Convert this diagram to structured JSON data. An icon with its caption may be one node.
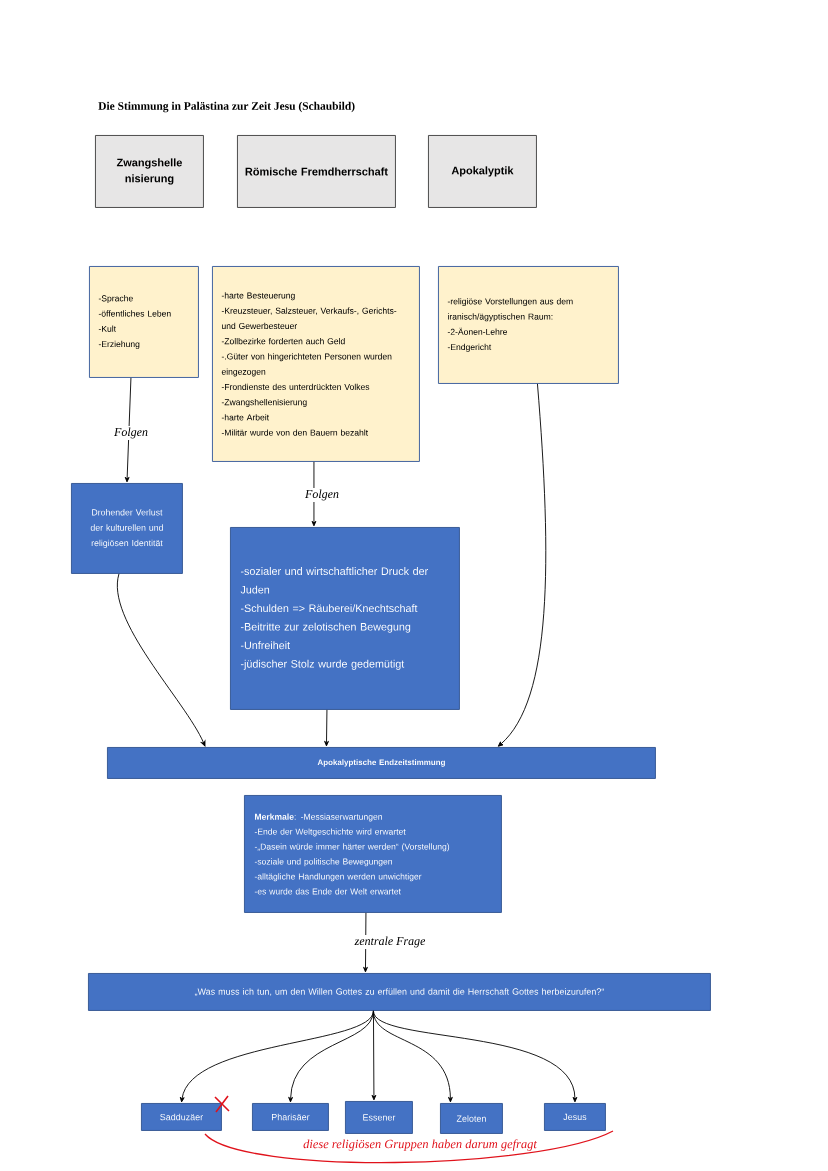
{
  "diagram": {
    "title": "Die Stimmung in Palästina zur Zeit Jesu (Schaubild)",
    "nodes": [
      {
        "text": [
          "Zwangshelle nisierung"
        ]
      },
      {
        "text": [
          "Römische Fremdherrschaft"
        ]
      },
      {
        "text": [
          "Apokalyptik"
        ]
      },
      {
        "text": [
          "-Sprache",
          "-öffentliches Leben",
          "-Kult",
          "-Erziehung"
        ]
      },
      {
        "text": [
          "-harte Besteuerung",
          "-Kreuzsteuer, Salzsteuer, Verkaufs-, Gerichts- und Gewerbesteuer",
          "-Zollbezirke forderten auch Geld",
          "-.Güter von hingerichteten Personen wurden eingezogen",
          "-Frondienste des unterdrückten Volkes",
          "-Zwangshellenisierung",
          "-harte Arbeit",
          "-Militär wurde von den Bauern bezahlt"
        ]
      },
      {
        "text": [
          "-religiöse Vorstellungen aus dem iranisch/ägyptischen Raum:",
          "-2-Äonen-Lehre",
          "-Endgericht"
        ]
      },
      {
        "text": [
          "Drohender Verlust der kulturellen und religiösen Identität"
        ]
      },
      {
        "text": [
          "-sozialer und wirtschaftlicher Druck der Juden",
          "-Schulden => Räuberei/Knechtschaft",
          "-Beitritte zur zelotischen Bewegung",
          "-Unfreiheit",
          "-jüdischer Stolz wurde gedemütigt"
        ]
      },
      {
        "text": [
          "Apokalyptische Endzeitstimmung"
        ]
      },
      {
        "text": [
          "**Merkmale**: -Messiaserwartungen",
          "-Ende der Weltgeschichte wird erwartet",
          "-„Dasein würde immer härter werden“ (Vorstellung)",
          "-soziale und politische Bewegungen",
          "-alltägliche Handlungen werden unwichtiger",
          "-es wurde das Ende der Welt erwartet"
        ]
      },
      {
        "text": [
          "„Was muss ich tun, um den Willen Gottes zu erfüllen und damit die Herrschaft Gottes herbeizurufen?“"
        ]
      },
      {
        "text": [
          "Sadduzäer"
        ]
      },
      {
        "text": [
          "Pharisäer"
        ]
      },
      {
        "text": [
          "Essener"
        ]
      },
      {
        "text": [
          "Zeloten"
        ]
      },
      {
        "text": [
          "Jesus"
        ]
      }
    ],
    "edges": [
      {
        "from": 3,
        "to": 6,
        "arrow": "to",
        "label": "Folgen"
      },
      {
        "from": 4,
        "to": 7,
        "arrow": "to",
        "label": "Folgen"
      },
      {
        "from": 6,
        "to": 8,
        "arrow": "to"
      },
      {
        "from": 7,
        "to": 8,
        "arrow": "to"
      },
      {
        "from": 5,
        "to": 8,
        "arrow": "to"
      },
      {
        "from": 9,
        "to": 10,
        "arrow": "to",
        "label": "zentrale Frage"
      },
      {
        "from": 10,
        "to": 11,
        "arrow": "to"
      },
      {
        "from": 10,
        "to": 12,
        "arrow": "to"
      },
      {
        "from": 10,
        "to": 13,
        "arrow": "to"
      },
      {
        "from": 10,
        "to": 14,
        "arrow": "to"
      },
      {
        "from": 10,
        "to": 15,
        "arrow": "to"
      }
    ],
    "labels": [
      "diese religiösen Gruppen haben darum gefragt"
    ]
  }
}
